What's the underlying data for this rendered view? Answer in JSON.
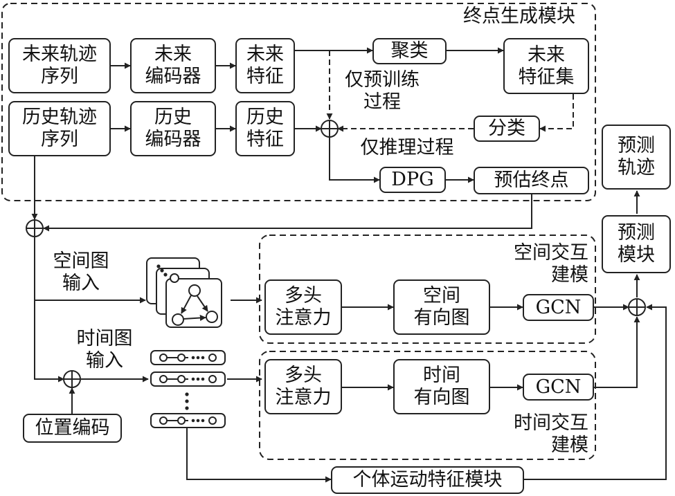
{
  "modules": {
    "endpoint": "终点生成模块",
    "spatial": "空间交互\n建模",
    "temporal": "时间交互\n建模"
  },
  "boxes": {
    "future_traj": "未来轨迹\n序列",
    "future_enc": "未来\n编码器",
    "future_feat": "未来\n特征",
    "cluster": "聚类",
    "future_set": "未来\n特征集",
    "hist_traj": "历史轨迹\n序列",
    "hist_enc": "历史\n编码器",
    "hist_feat": "历史\n特征",
    "classify": "分类",
    "dpg": "DPG",
    "est_end": "预估终点",
    "pred_traj": "预测\n轨迹",
    "pred_mod": "预测\n模块",
    "s_mha": "多头\n注意力",
    "s_graph": "空间\n有向图",
    "s_gcn": "GCN",
    "t_mha": "多头\n注意力",
    "t_graph": "时间\n有向图",
    "t_gcn": "GCN",
    "pos_enc": "位置编码",
    "indiv": "个体运动特征模块"
  },
  "labels": {
    "pretrain_only": "仅预训练\n过程",
    "infer_only": "仅推理过程",
    "spatial_input": "空间图\n输入",
    "temporal_input": "时间图\n输入"
  }
}
